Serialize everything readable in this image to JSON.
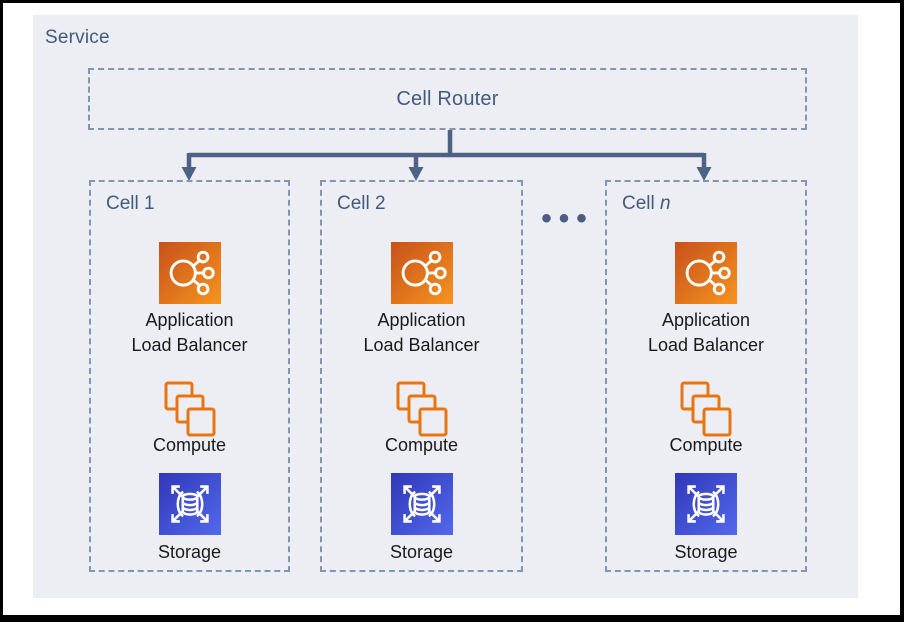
{
  "service": {
    "label": "Service"
  },
  "router": {
    "label": "Cell Router"
  },
  "ellipsis": "•••",
  "cells": [
    {
      "label": "Cell 1",
      "label_italic": "",
      "items": {
        "alb": {
          "line1": "Application",
          "line2": "Load Balancer"
        },
        "compute": {
          "label": "Compute"
        },
        "storage": {
          "label": "Storage"
        }
      }
    },
    {
      "label": "Cell 2",
      "label_italic": "",
      "items": {
        "alb": {
          "line1": "Application",
          "line2": "Load Balancer"
        },
        "compute": {
          "label": "Compute"
        },
        "storage": {
          "label": "Storage"
        }
      }
    },
    {
      "label": "Cell ",
      "label_italic": "n",
      "items": {
        "alb": {
          "line1": "Application",
          "line2": "Load Balancer"
        },
        "compute": {
          "label": "Compute"
        },
        "storage": {
          "label": "Storage"
        }
      }
    }
  ],
  "colors": {
    "panel_bg": "#ECEEF3",
    "slate_text": "#44597C",
    "dashed_border": "#8295B1",
    "connector": "#4D6284",
    "item_label_text": "#1A1A1A",
    "alb_gradient_start": "#C8511B",
    "alb_gradient_end": "#F5941F",
    "compute_stroke": "#E87511",
    "storage_gradient_start": "#3038B8",
    "storage_gradient_end": "#5368EC"
  }
}
